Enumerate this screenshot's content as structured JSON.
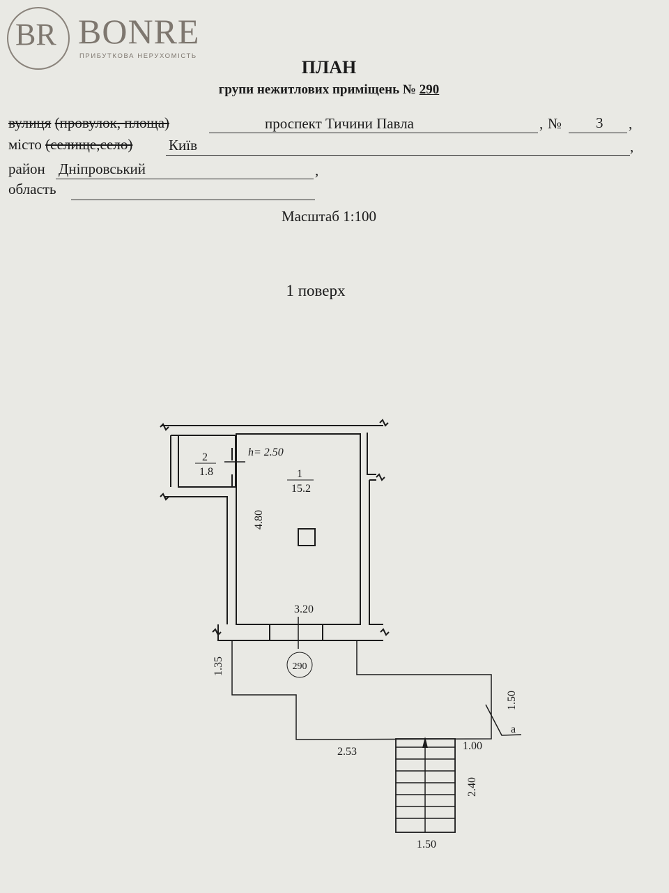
{
  "logo": {
    "monogram": "BR",
    "name": "BONRE",
    "tagline": "ПРИБУТКОВА НЕРУХОМІСТЬ"
  },
  "header": {
    "title": "ПЛАН",
    "subtitle_prefix": "групи нежитлових приміщень №",
    "group_number": "290"
  },
  "form": {
    "street_label_prefix": "вулиця",
    "street_label_struck": "(провулок, площа)",
    "street_value": "проспект Тичини Павла",
    "number_label": "№",
    "number_value": "3",
    "city_label": "місто",
    "city_label_struck": "(селище,село)",
    "city_value": "Київ",
    "district_label": "район",
    "district_value": "Дніпровський",
    "region_label": "область",
    "region_value": ""
  },
  "scale": "Масштаб 1:100",
  "floor": "1 поверх",
  "plan": {
    "height_label": "h= 2.50",
    "rooms": [
      {
        "number": "1",
        "area": "15.2"
      },
      {
        "number": "2",
        "area": "1.8"
      }
    ],
    "dimensions": {
      "room1_length": "4.80",
      "room1_width": "3.20",
      "porch_depth": "1.35",
      "porch_length": "2.53",
      "porch_side": "1.50",
      "porch_step": "1.00",
      "stairs_length": "2.40",
      "stairs_width": "1.50"
    },
    "group_marker": "290",
    "porch_letter": "a"
  }
}
